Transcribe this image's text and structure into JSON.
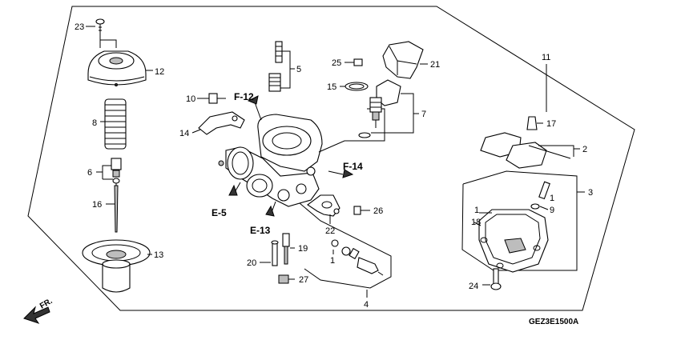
{
  "diagram": {
    "drawing_code": "GEZ3E1500A",
    "front_label": "FR.",
    "part_labels": [
      {
        "id": "p23",
        "text": "23"
      },
      {
        "id": "p12",
        "text": "12"
      },
      {
        "id": "p8",
        "text": "8"
      },
      {
        "id": "p6",
        "text": "6"
      },
      {
        "id": "p16",
        "text": "16"
      },
      {
        "id": "p13",
        "text": "13"
      },
      {
        "id": "p10",
        "text": "10"
      },
      {
        "id": "p14",
        "text": "14"
      },
      {
        "id": "p5",
        "text": "5"
      },
      {
        "id": "p25",
        "text": "25"
      },
      {
        "id": "p21",
        "text": "21"
      },
      {
        "id": "p15",
        "text": "15"
      },
      {
        "id": "p7",
        "text": "7"
      },
      {
        "id": "p11",
        "text": "11"
      },
      {
        "id": "p17",
        "text": "17"
      },
      {
        "id": "p2",
        "text": "2"
      },
      {
        "id": "p3",
        "text": "3"
      },
      {
        "id": "p1a",
        "text": "1"
      },
      {
        "id": "p9",
        "text": "9"
      },
      {
        "id": "p1b",
        "text": "1"
      },
      {
        "id": "p18",
        "text": "18"
      },
      {
        "id": "p26",
        "text": "26"
      },
      {
        "id": "p22",
        "text": "22"
      },
      {
        "id": "p19",
        "text": "19"
      },
      {
        "id": "p20",
        "text": "20"
      },
      {
        "id": "p27",
        "text": "27"
      },
      {
        "id": "p1c",
        "text": "1"
      },
      {
        "id": "p4",
        "text": "4"
      },
      {
        "id": "p24",
        "text": "24"
      }
    ],
    "references": [
      {
        "id": "f12",
        "text": "F-12"
      },
      {
        "id": "f14",
        "text": "F-14"
      },
      {
        "id": "e5",
        "text": "E-5"
      },
      {
        "id": "e13",
        "text": "E-13"
      }
    ]
  }
}
